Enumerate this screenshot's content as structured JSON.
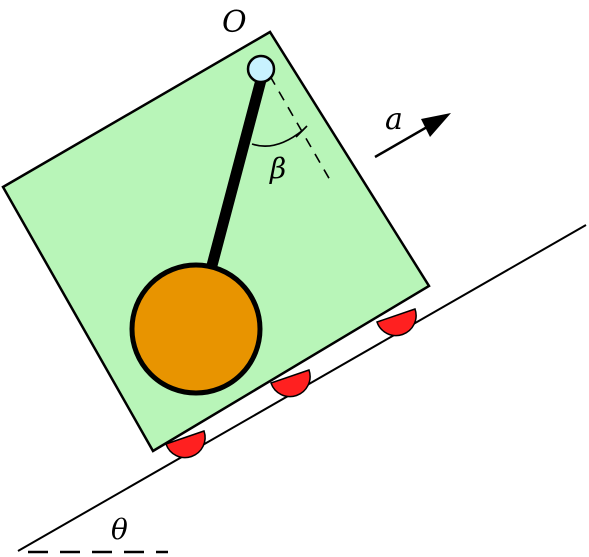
{
  "labels": {
    "pivot": "O",
    "acceleration": "a",
    "pendulum_angle": "β",
    "incline_angle": "θ"
  },
  "colors": {
    "cart_fill": "#b8f5b8",
    "bob_fill": "#e89400",
    "pivot_fill": "#c8f2ff",
    "wheel_fill": "#ff2020",
    "stroke": "#000000",
    "background": "#ffffff"
  }
}
